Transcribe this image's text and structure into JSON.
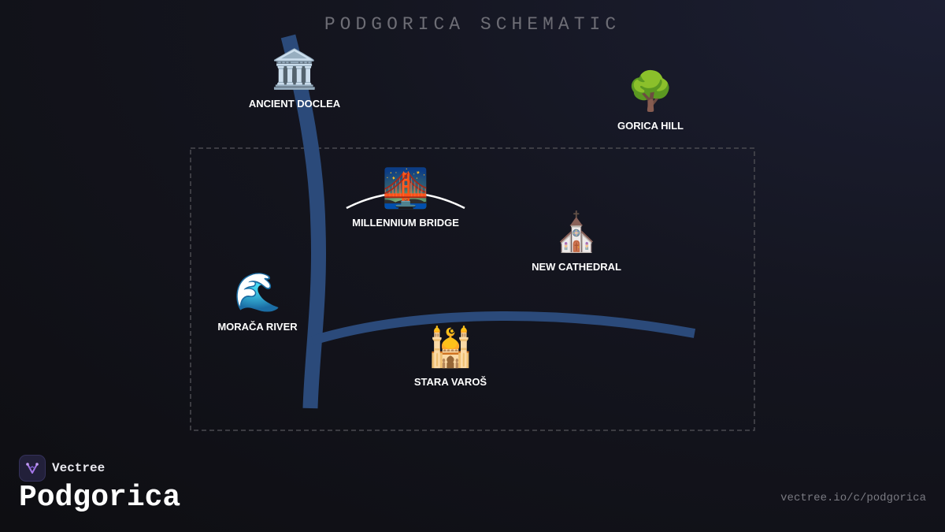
{
  "title": "PODGORICA SCHEMATIC",
  "colors": {
    "river": "#2b4a7a",
    "bridge": "#ffffff",
    "bbox_border": "#4a4a50",
    "background": "#0e0e12"
  },
  "landmarks": [
    {
      "id": "ancient-doclea",
      "label": "ANCIENT DOCLEA",
      "icon": "classical-building-icon",
      "glyph": "🏛️"
    },
    {
      "id": "gorica-hill",
      "label": "GORICA HILL",
      "icon": "deciduous-tree-icon",
      "glyph": "🌳"
    },
    {
      "id": "millennium-bridge",
      "label": "MILLENNIUM BRIDGE",
      "icon": "bridge-at-night-icon",
      "glyph": "🌉"
    },
    {
      "id": "new-cathedral",
      "label": "NEW CATHEDRAL",
      "icon": "church-icon",
      "glyph": "⛪"
    },
    {
      "id": "moraca-river",
      "label": "MORAČA RIVER",
      "icon": "water-wave-icon",
      "glyph": "🌊"
    },
    {
      "id": "stara-varos",
      "label": "STARA VAROŠ",
      "icon": "mosque-icon",
      "glyph": "🕌"
    }
  ],
  "brand": {
    "name": "Vectree",
    "icon": "vectree-logo-icon"
  },
  "city": "Podgorica",
  "url": "vectree.io/c/podgorica"
}
